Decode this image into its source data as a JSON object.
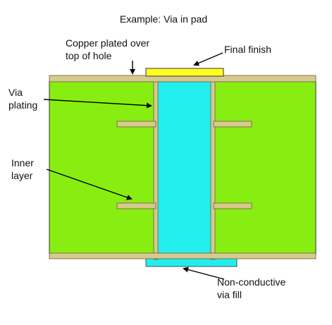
{
  "title": "Example: Via in pad",
  "labels": {
    "copper_plated": [
      "Copper plated over",
      "top of hole"
    ],
    "final_finish": "Final finish",
    "via_plating": [
      "Via",
      "plating"
    ],
    "inner_layer": [
      "Inner",
      "layer"
    ],
    "via_fill": [
      "Non-conductive",
      "via fill"
    ]
  },
  "colors": {
    "laminate": "#88ee11",
    "copper": "#d8c98c",
    "copper_stroke": "#6a6040",
    "finish": "#ffff22",
    "via_fill": "#22eeee",
    "outline": "#333333",
    "arrow": "#000000"
  }
}
